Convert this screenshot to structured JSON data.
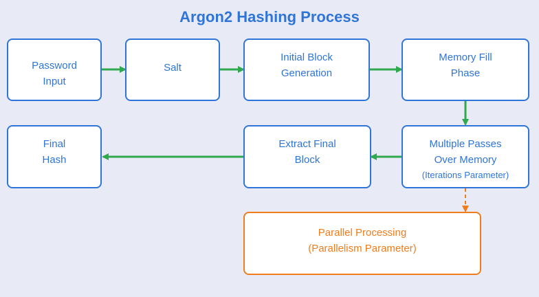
{
  "title": "Argon2 Hashing Process",
  "colors": {
    "primary": "#2f74d8",
    "accent": "#f07c1c",
    "arrow": "#2fa84f",
    "background": "#e8ebf5"
  },
  "nodes": {
    "password": {
      "lines": [
        "Password",
        "Input"
      ]
    },
    "salt": {
      "lines": [
        "Salt"
      ]
    },
    "initial_block": {
      "lines": [
        "Initial Block",
        "Generation"
      ]
    },
    "memory_fill": {
      "lines": [
        "Memory Fill",
        "Phase"
      ]
    },
    "multiple_passes": {
      "lines": [
        "Multiple Passes",
        "Over Memory"
      ],
      "note": "(Iterations Parameter)"
    },
    "extract_final": {
      "lines": [
        "Extract Final",
        "Block"
      ]
    },
    "final_hash": {
      "lines": [
        "Final",
        "Hash"
      ]
    },
    "parallel": {
      "lines": [
        "Parallel Processing",
        "(Parallelism Parameter)"
      ]
    }
  },
  "edges": [
    {
      "from": "password",
      "to": "salt",
      "style": "solid"
    },
    {
      "from": "salt",
      "to": "initial_block",
      "style": "solid"
    },
    {
      "from": "initial_block",
      "to": "memory_fill",
      "style": "solid"
    },
    {
      "from": "memory_fill",
      "to": "multiple_passes",
      "style": "solid"
    },
    {
      "from": "multiple_passes",
      "to": "extract_final",
      "style": "solid"
    },
    {
      "from": "extract_final",
      "to": "final_hash",
      "style": "solid"
    },
    {
      "from": "multiple_passes",
      "to": "parallel",
      "style": "dashed"
    }
  ]
}
